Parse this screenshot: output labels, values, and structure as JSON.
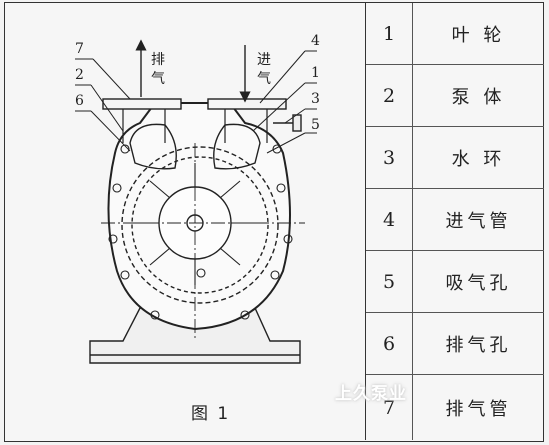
{
  "figure": {
    "caption": "图 1",
    "labels": {
      "exhaust": "排气",
      "intake": "进气"
    },
    "callouts": [
      "7",
      "2",
      "6",
      "4",
      "1",
      "3",
      "5"
    ]
  },
  "legend": [
    {
      "num": "1",
      "name": "叶 轮"
    },
    {
      "num": "2",
      "name": "泵 体"
    },
    {
      "num": "3",
      "name": "水 环"
    },
    {
      "num": "4",
      "name": "进气管"
    },
    {
      "num": "5",
      "name": "吸气孔"
    },
    {
      "num": "6",
      "name": "排气孔"
    },
    {
      "num": "7",
      "name": "排气管"
    }
  ],
  "watermark": "上久泵业"
}
